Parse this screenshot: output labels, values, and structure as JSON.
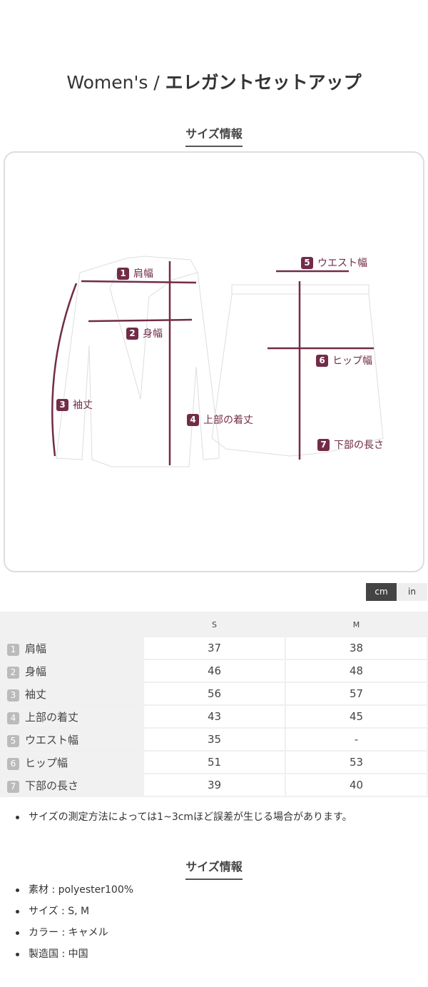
{
  "title": {
    "prefix": "Women's / ",
    "name": "エレガントセットアップ"
  },
  "size_section_title": "サイズ情報",
  "diagram": {
    "labels": [
      {
        "num": "1",
        "text": "肩幅"
      },
      {
        "num": "2",
        "text": "身幅"
      },
      {
        "num": "3",
        "text": "袖丈"
      },
      {
        "num": "4",
        "text": "上部の着丈"
      },
      {
        "num": "5",
        "text": "ウエスト幅"
      },
      {
        "num": "6",
        "text": "ヒップ幅"
      },
      {
        "num": "7",
        "text": "下部の長さ"
      }
    ],
    "accent": "#722c48"
  },
  "units": {
    "cm": "cm",
    "in": "in",
    "selected": "cm"
  },
  "table": {
    "columns": [
      "S",
      "M"
    ],
    "rows": [
      {
        "num": "1",
        "label": "肩幅",
        "values": [
          "37",
          "38"
        ]
      },
      {
        "num": "2",
        "label": "身幅",
        "values": [
          "46",
          "48"
        ]
      },
      {
        "num": "3",
        "label": "袖丈",
        "values": [
          "56",
          "57"
        ]
      },
      {
        "num": "4",
        "label": "上部の着丈",
        "values": [
          "43",
          "45"
        ]
      },
      {
        "num": "5",
        "label": "ウエスト幅",
        "values": [
          "35",
          "-"
        ]
      },
      {
        "num": "6",
        "label": "ヒップ幅",
        "values": [
          "51",
          "53"
        ]
      },
      {
        "num": "7",
        "label": "下部の長さ",
        "values": [
          "39",
          "40"
        ]
      }
    ]
  },
  "note": "サイズの測定方法によっては1~3cmほど誤差が生じる場合があります。",
  "info_title": "サイズ情報",
  "info": [
    "素材 : polyester100%",
    "サイズ : S, M",
    "カラー : キャメル",
    "製造国 : 中国"
  ]
}
